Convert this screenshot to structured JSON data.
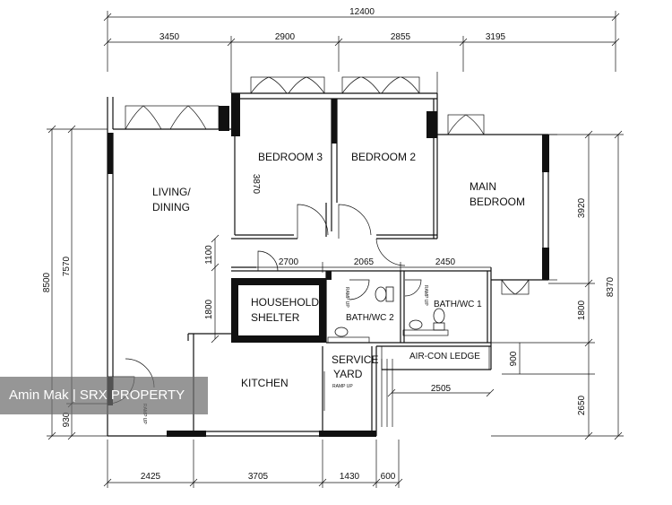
{
  "rooms": {
    "bedroom3": "BEDROOM 3",
    "bedroom2": "BEDROOM 2",
    "main_bedroom": [
      "MAIN",
      "BEDROOM"
    ],
    "living_dining": [
      "LIVING/",
      "DINING"
    ],
    "household_shelter": [
      "HOUSEHOLD",
      "SHELTER"
    ],
    "bath2": "BATH/WC 2",
    "bath1": "BATH/WC 1",
    "aircon_ledge": "AIR-CON LEDGE",
    "kitchen": "KITCHEN",
    "service_yard": [
      "SERVICE",
      "YARD"
    ]
  },
  "notes": {
    "ramp_up": "RAMP UP"
  },
  "dimensions": {
    "top_total": "12400",
    "top": [
      "3450",
      "2900",
      "2855",
      "3195"
    ],
    "bottom": [
      "2425",
      "3705",
      "1430",
      "600"
    ],
    "left_outer": "8500",
    "left_inner": "7570",
    "left_bottom": "930",
    "bedroom3_depth": "3870",
    "corridor": "1100",
    "shelter_depth": "1800",
    "corridor_widths": [
      "2700",
      "2065",
      "2450"
    ],
    "right_outer": "8370",
    "right_top": "3920",
    "right_mid": "1800",
    "right_ledge": "900",
    "right_bottom": "2650",
    "ledge_width": "2505"
  },
  "watermark": "Amin Mak | SRX PROPERTY"
}
